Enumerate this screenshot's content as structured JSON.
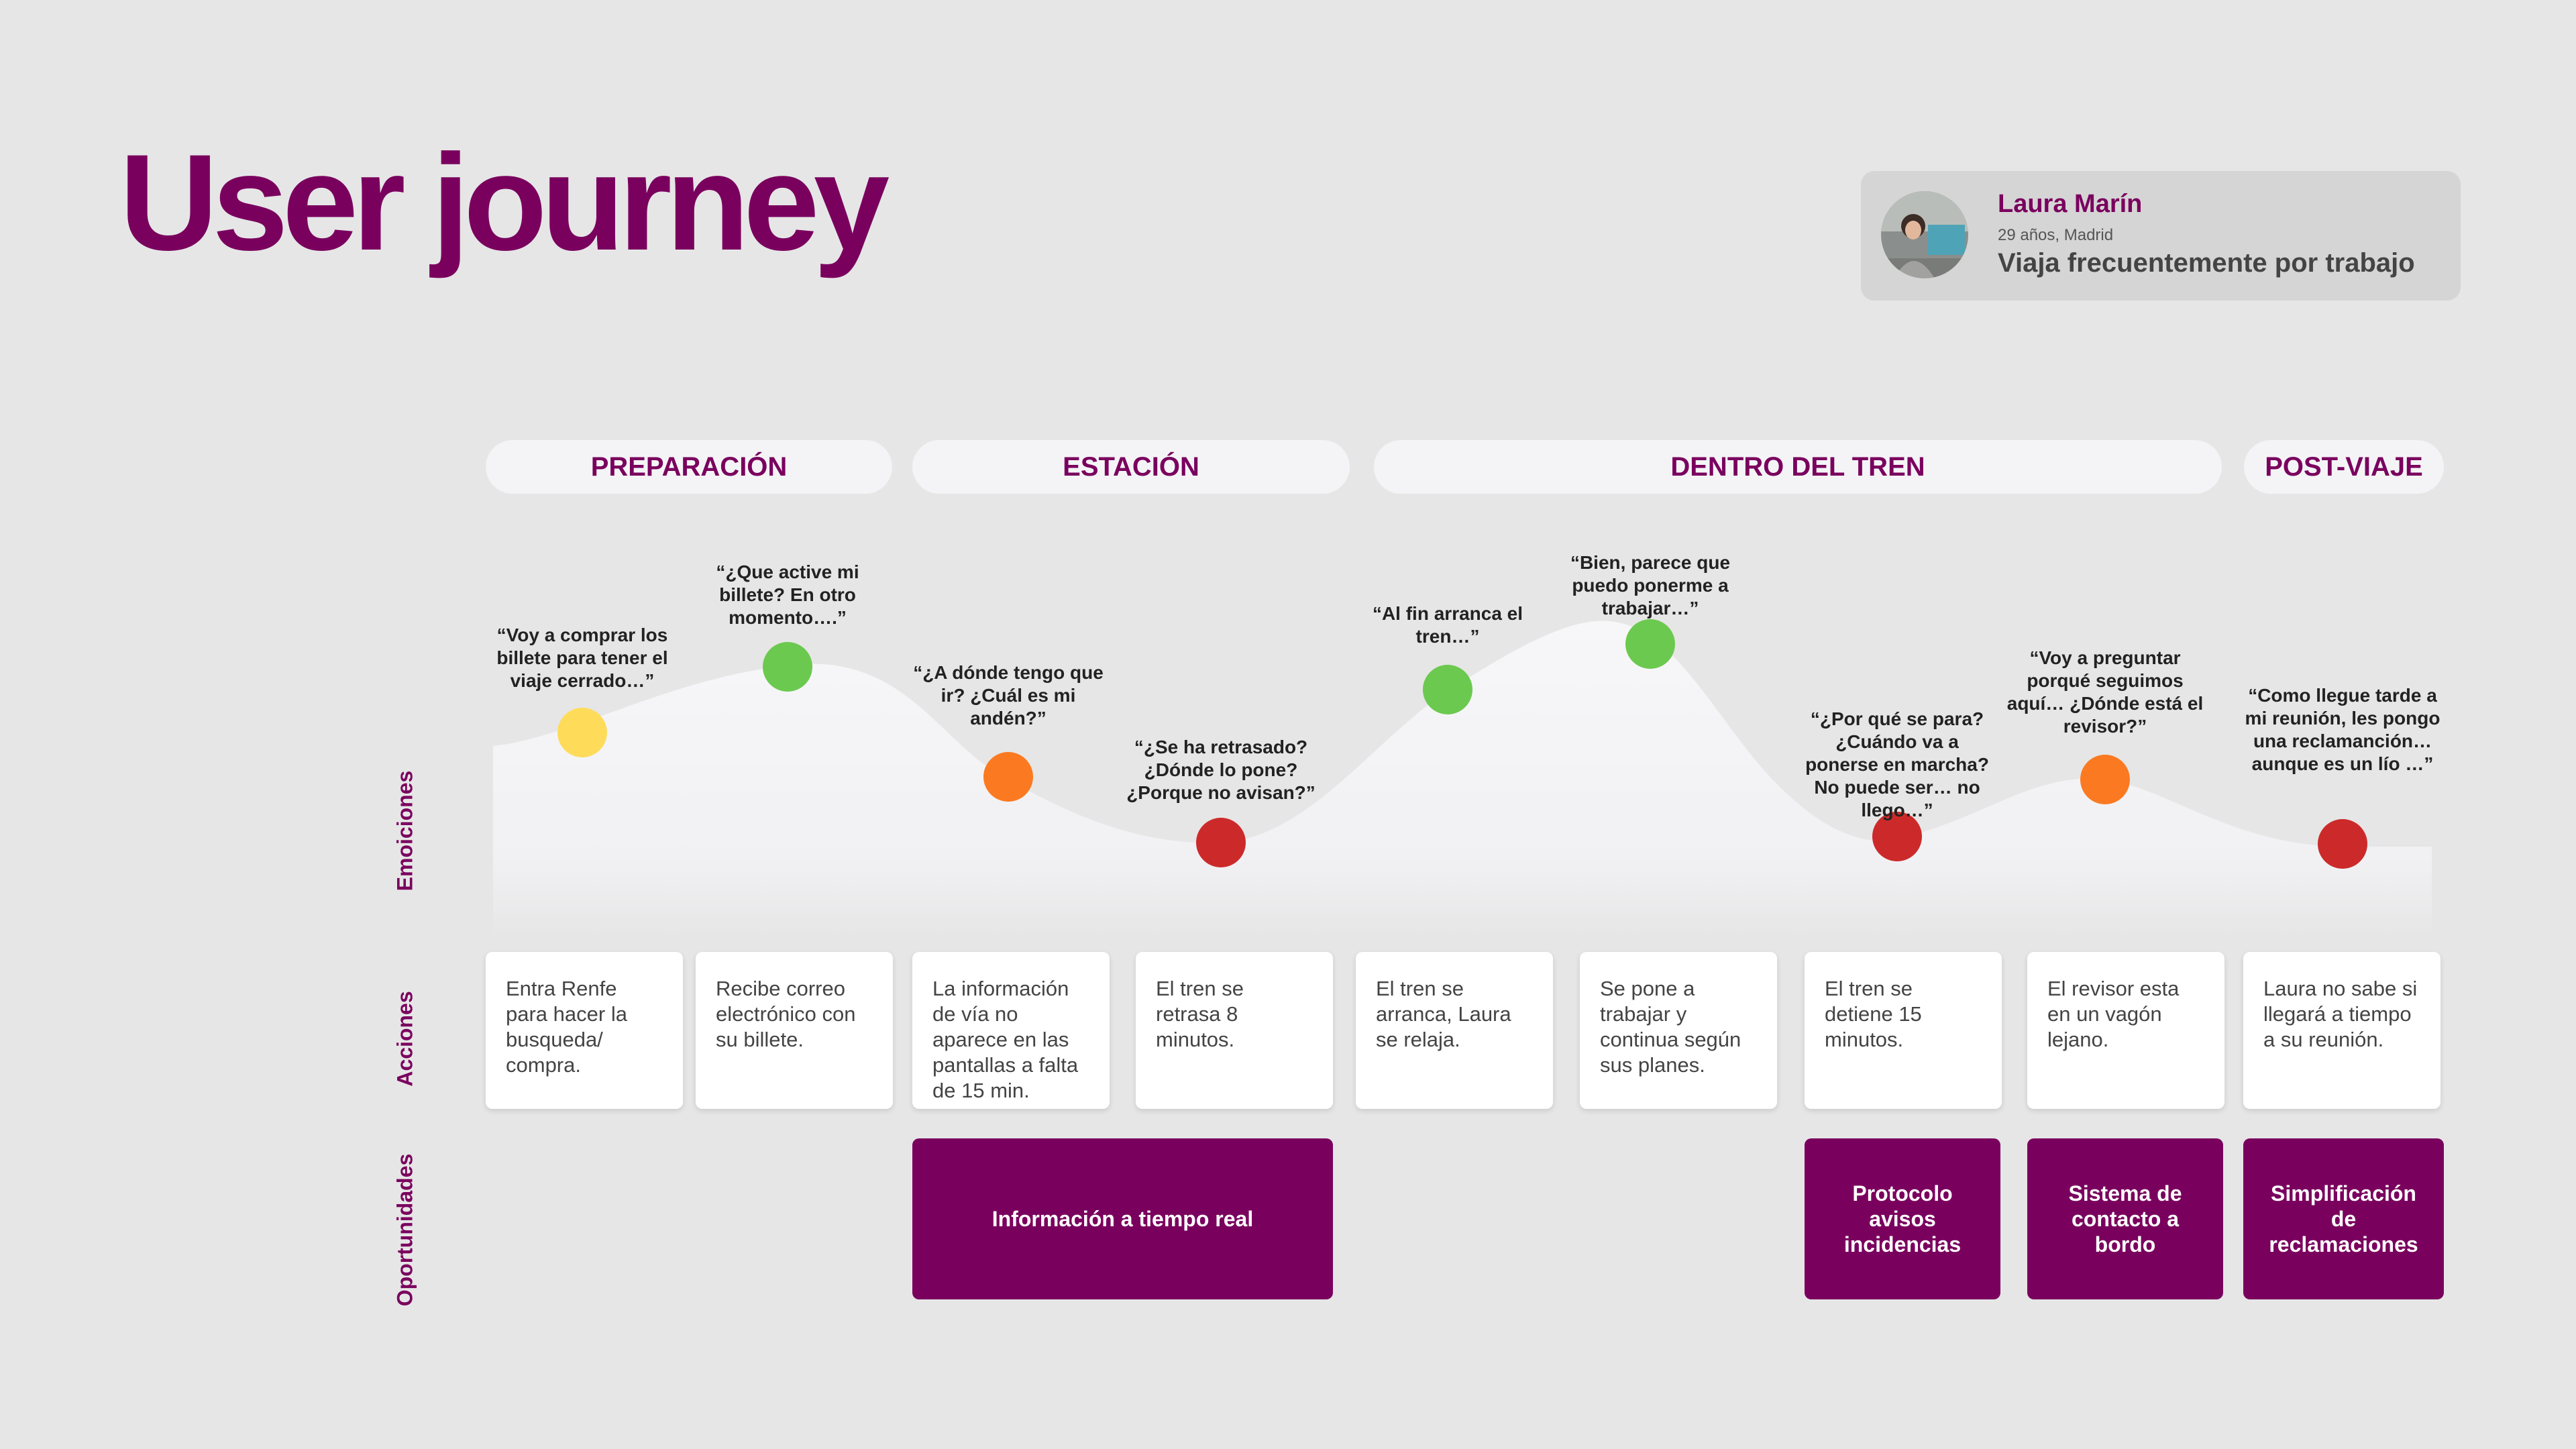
{
  "title": "User journey",
  "persona": {
    "name": "Laura Marín",
    "age_city": "29 años, Madrid",
    "description": "Viaja frecuentemente por trabajo"
  },
  "row_labels": {
    "emotions": "Emoiciones",
    "actions": "Acciones",
    "opportunities": "Oportunidades"
  },
  "phases": [
    "PREPARACIÓN",
    "ESTACIÓN",
    "DENTRO DEL TREN",
    "POST-VIAJE"
  ],
  "emotion_points": [
    {
      "quote": "“Voy a comprar los billete para tener el viaje cerrado…”",
      "mood": "neutral"
    },
    {
      "quote": "“¿Que active mi billete? En otro momento….”",
      "mood": "positive"
    },
    {
      "quote": "“¿A dónde tengo que ir? ¿Cuál es mi andén?”",
      "mood": "concerned"
    },
    {
      "quote": "“¿Se ha retrasado? ¿Dónde lo pone? ¿Porque no avisan?”",
      "mood": "negative"
    },
    {
      "quote": "“Al fin arranca el tren…”",
      "mood": "positive"
    },
    {
      "quote": "“Bien, parece que puedo ponerme a trabajar…”",
      "mood": "positive"
    },
    {
      "quote": "“¿Por qué se para? ¿Cuándo va a ponerse en marcha? No puede ser… no llego…”",
      "mood": "negative"
    },
    {
      "quote": "“Voy a preguntar porqué seguimos aquí… ¿Dónde está el revisor?”",
      "mood": "concerned"
    },
    {
      "quote": "“Como llegue tarde a mi reunión, les pongo una reclamanción… aunque es un lío …”",
      "mood": "negative"
    }
  ],
  "mood_colors": {
    "neutral": "#fedc5a",
    "positive": "#6cc94f",
    "concerned": "#fb7a21",
    "negative": "#cc2a2a"
  },
  "actions": [
    "Entra Renfe para hacer la busqueda/ compra.",
    "Recibe correo electrónico con su billete.",
    "La información de vía no aparece en las pantallas a falta de 15 min.",
    "El tren se retrasa 8 minutos.",
    "El tren se arranca, Laura se relaja.",
    "Se pone a trabajar y continua según sus planes.",
    "El tren se detiene 15 minutos.",
    "El revisor esta en un vagón lejano.",
    "Laura no sabe si llegará a tiempo a su reunión."
  ],
  "opportunities": [
    "Información a tiempo real",
    "Protocolo avisos incidencias",
    "Sistema de contacto a bordo",
    "Simplificación de reclamaciones"
  ],
  "colors": {
    "brand": "#7a005e",
    "background": "#e6e6e6",
    "card": "#ffffff",
    "phase_pill": "#f4f4f6"
  }
}
